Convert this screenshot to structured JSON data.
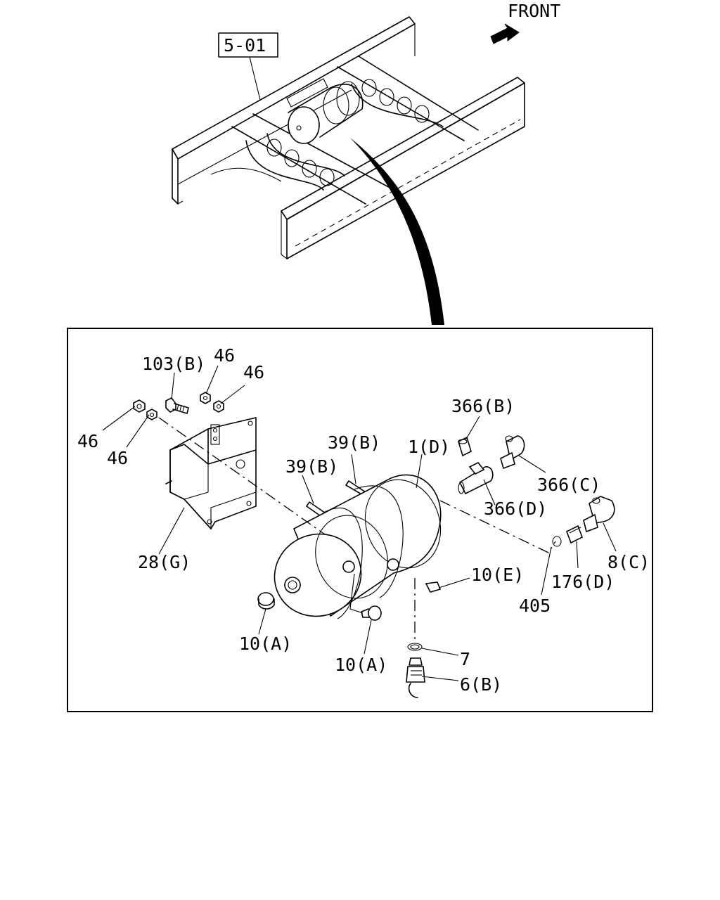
{
  "header": {
    "front_label": "FRONT",
    "ref_box": "5-01"
  },
  "callouts": {
    "c103b": "103(B)",
    "c46a": "46",
    "c46b": "46",
    "c46c": "46",
    "c46d": "46",
    "c39b_upper": "39(B)",
    "c39b_lower": "39(B)",
    "c1d": "1(D)",
    "c366b": "366(B)",
    "c366c": "366(C)",
    "c366d": "366(D)",
    "c28g": "28(G)",
    "c8c": "8(C)",
    "c176d": "176(D)",
    "c405": "405",
    "c10e": "10(E)",
    "c10a_left": "10(A)",
    "c10a_right": "10(A)",
    "c7": "7",
    "c6b": "6(B)"
  }
}
